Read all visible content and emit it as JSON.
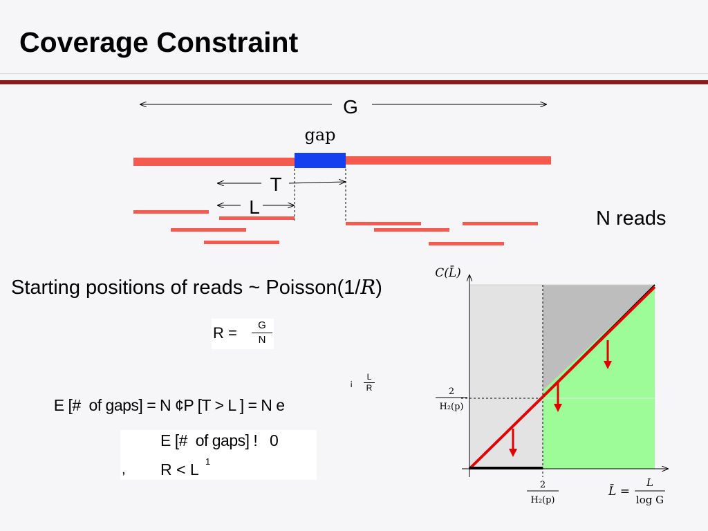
{
  "slide": {
    "title": "Coverage Constraint"
  },
  "diagram": {
    "genome_label": "G",
    "gap_label": "gap",
    "t_label": "T",
    "l_label": "L",
    "n_reads_label": "N reads"
  },
  "text": {
    "poisson_prefix": "Starting positions of reads ~ Poisson(1/",
    "poisson_var": "R",
    "poisson_suffix": ")",
    "r_lhs": "R =",
    "r_num": "G",
    "r_den": "N",
    "expect_lhs": "E [#  of gaps] = N ¢P [T > L ] = N e",
    "expect_sup": "¡",
    "expect_exp_num": "L",
    "expect_exp_den": "R",
    "limit_line1": "E [#  of gaps] !   0",
    "limit_line2_prefix": ",",
    "limit_line2": "R < L",
    "limit_line2_sup": "1"
  },
  "chart_data": {
    "type": "area",
    "ylabel": "C(L̄)",
    "y_tick": "2",
    "y_tick_den": "H₂(p)",
    "x_tick": "2",
    "x_tick_den": "H₂(p)",
    "xlabel_lhs": "L̄ =",
    "xlabel_num": "L",
    "xlabel_den": "log G",
    "colors": {
      "light_region": "#e3e3e3",
      "dark_region": "#bdbdbd",
      "green_region": "#9dfb98",
      "line": "#e00000",
      "axis": "#000000"
    }
  },
  "colors": {
    "title_rule": "#8b1a1a",
    "read": "#f55a4e",
    "gap": "#1440f0"
  }
}
